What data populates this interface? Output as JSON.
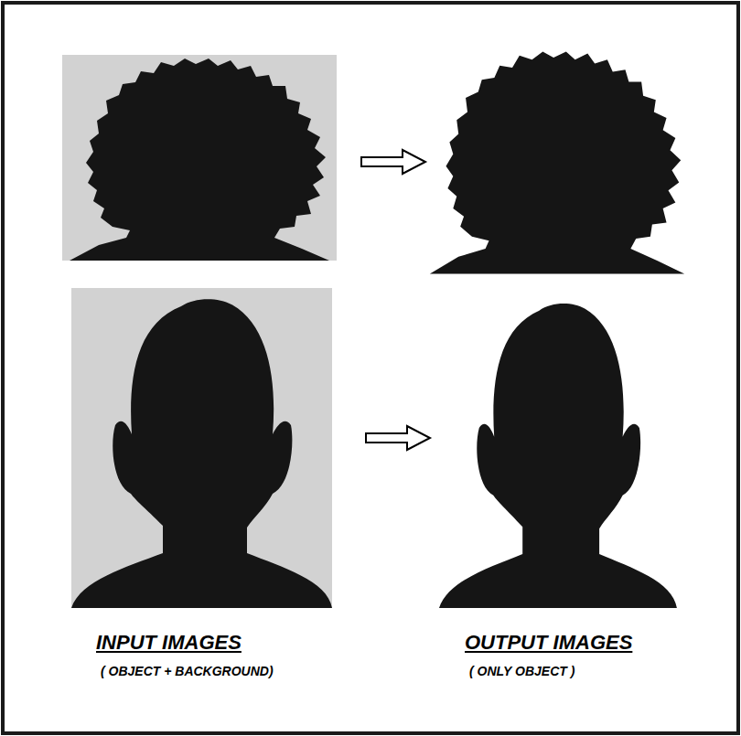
{
  "diagram": {
    "labels": [
      "INPUT IMAGES",
      "( OBJECT + BACKGROUND)",
      "OUTPUT IMAGES",
      "( ONLY OBJECT )"
    ]
  }
}
